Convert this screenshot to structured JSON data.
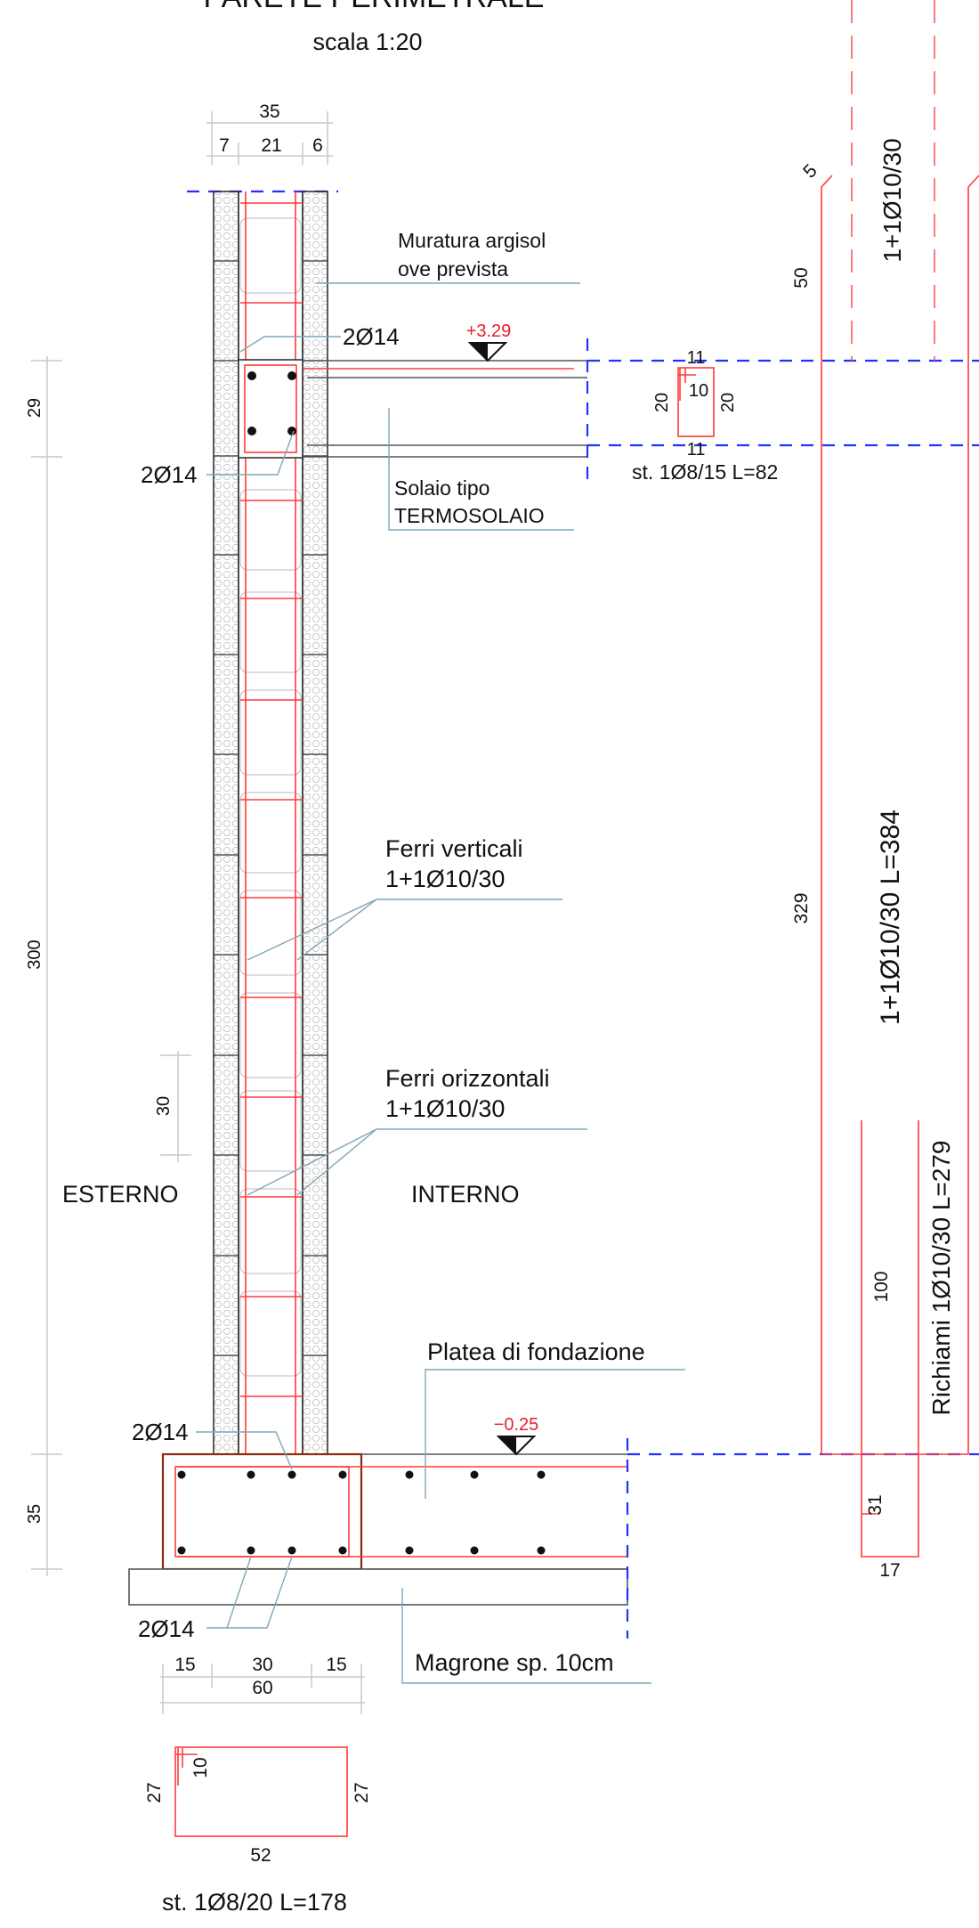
{
  "title": "PARETE PERIMETRALE",
  "scale": "scala 1:20",
  "wall_dims": {
    "total": "35",
    "outer": "7",
    "core": "21",
    "inner": "6"
  },
  "labels": {
    "muratura_1": "Muratura argisol",
    "muratura_2": "ove prevista",
    "bar_2d14": "2Ø14",
    "elev_top": "+3.29",
    "elev_bottom": "−0.25",
    "solaio_1": "Solaio tipo",
    "solaio_2": "TERMOSOLAIO",
    "ferri_vert_1": "Ferri verticali",
    "ferri_vert_2": "1+1Ø10/30",
    "ferri_orizz_1": "Ferri orizzontali",
    "ferri_orizz_2": "1+1Ø10/30",
    "esterno": "ESTERNO",
    "interno": "INTERNO",
    "platea": "Platea di fondazione",
    "magrone": "Magrone sp. 10cm"
  },
  "stirrup_beam": {
    "top": "11",
    "inner": "10",
    "left": "20",
    "right": "20",
    "bottom": "11",
    "caption": "st. 1Ø8/15 L=82"
  },
  "stirrup_found": {
    "left": "27",
    "inner": "10",
    "right": "27",
    "bottom": "52",
    "caption": "st. 1Ø8/20 L=178"
  },
  "left_dims": {
    "d29": "29",
    "d300": "300",
    "d30": "30",
    "d35": "35"
  },
  "bottom_dims": {
    "a": "15",
    "b": "30",
    "c": "15",
    "total": "60"
  },
  "rebar_schedule": {
    "hook": "5",
    "hook_len": "50",
    "top_label": "1+1Ø10/30",
    "length": "329",
    "main_label": "1+1Ø10/30 L=384",
    "richiami_label": "Richiami 1Ø10/30 L=279",
    "richiami_len": "100",
    "richiami_hook": "31",
    "richiami_foot": "17"
  }
}
